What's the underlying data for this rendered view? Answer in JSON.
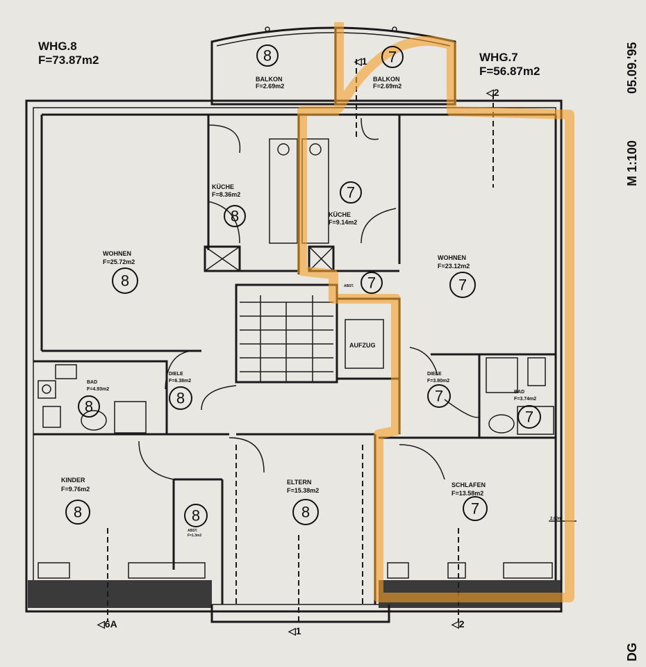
{
  "units": [
    {
      "name": "WHG.8",
      "area": "F=73.87m2"
    },
    {
      "name": "WHG.7",
      "area": "F=56.87m2"
    }
  ],
  "rooms": {
    "balkon8": {
      "name": "BALKON",
      "area": "F=2.69m2",
      "unit": "8"
    },
    "balkon7": {
      "name": "BALKON",
      "area": "F=2.69m2",
      "unit": "7"
    },
    "kueche8": {
      "name": "KÜCHE",
      "area": "F=8.36m2",
      "unit": "8"
    },
    "kueche7": {
      "name": "KÜCHE",
      "area": "F=9.14m2",
      "unit": "7"
    },
    "wohnen8": {
      "name": "WOHNEN",
      "area": "F=25.72m2",
      "unit": "8"
    },
    "wohnen7": {
      "name": "WOHNEN",
      "area": "F=23.12m2",
      "unit": "7"
    },
    "abst7": {
      "name": "ABST.",
      "area": "",
      "unit": "7"
    },
    "aufzug": {
      "name": "AUFZUG"
    },
    "bad8": {
      "name": "BAD",
      "area": "F=4.93m2",
      "unit": "8"
    },
    "diele8": {
      "name": "DIELE",
      "area": "F=6.38m2",
      "unit": "8"
    },
    "diele7": {
      "name": "DIELE",
      "area": "F=3.80m2",
      "unit": "7"
    },
    "bad7": {
      "name": "BAD",
      "area": "F=3.74m2",
      "unit": "7"
    },
    "kinder8": {
      "name": "KINDER",
      "area": "F=9.76m2",
      "unit": "8"
    },
    "abst8": {
      "name": "ABST.",
      "area": "F=1.3m2",
      "unit": "8"
    },
    "eltern8": {
      "name": "ELTERN",
      "area": "F=15.38m2",
      "unit": "8"
    },
    "schlafen7": {
      "name": "SCHLAFEN",
      "area": "F=13.58m2",
      "unit": "7"
    }
  },
  "section_marks": {
    "top1": "1",
    "top2": "2",
    "bot6a": "6A",
    "bot1": "1",
    "bot2": "2"
  },
  "level_mark": "2.00m",
  "side": {
    "date": "05.09.'95",
    "scale": "M 1:100",
    "floor": "DG"
  },
  "highlight_color": "#f5a02a"
}
